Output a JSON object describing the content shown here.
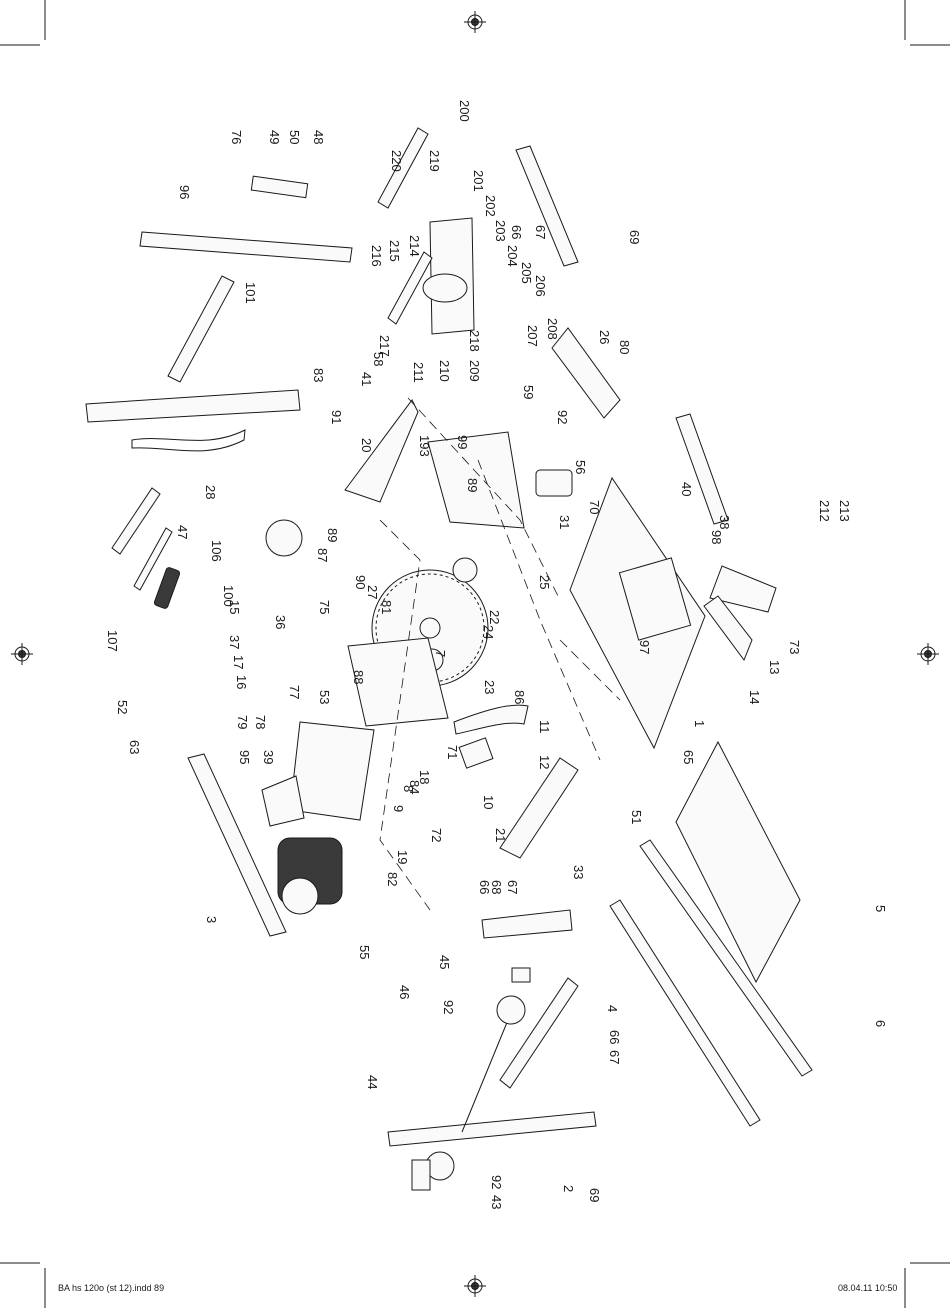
{
  "footer": {
    "left": "BA hs 120o (st 12).indd   89",
    "right": "08.04.11   10:50"
  },
  "part_labels": [
    "200",
    "220",
    "219",
    "201",
    "202",
    "203",
    "204",
    "205",
    "206",
    "208",
    "207",
    "209",
    "210",
    "218",
    "211",
    "217",
    "216",
    "215",
    "214",
    "48",
    "50",
    "49",
    "76",
    "96",
    "101",
    "83",
    "58",
    "41",
    "91",
    "20",
    "193",
    "99",
    "89",
    "59",
    "26",
    "80",
    "92",
    "56",
    "31",
    "70",
    "66",
    "67",
    "69",
    "40",
    "38",
    "98",
    "212",
    "213",
    "73",
    "13",
    "14",
    "97",
    "65",
    "1",
    "5",
    "6",
    "28",
    "47",
    "107",
    "52",
    "63",
    "106",
    "100",
    "15",
    "36",
    "37",
    "17",
    "16",
    "79",
    "78",
    "77",
    "53",
    "75",
    "90",
    "27",
    "81",
    "88",
    "87",
    "89",
    "25",
    "22",
    "24",
    "7",
    "23",
    "86",
    "11",
    "12",
    "10",
    "72",
    "51",
    "21",
    "33",
    "66",
    "68",
    "67",
    "71",
    "18",
    "84",
    "8",
    "9",
    "19",
    "82",
    "95",
    "39",
    "3",
    "55",
    "4",
    "45",
    "92",
    "46",
    "44",
    "43",
    "92",
    "2",
    "69",
    "66",
    "67"
  ]
}
